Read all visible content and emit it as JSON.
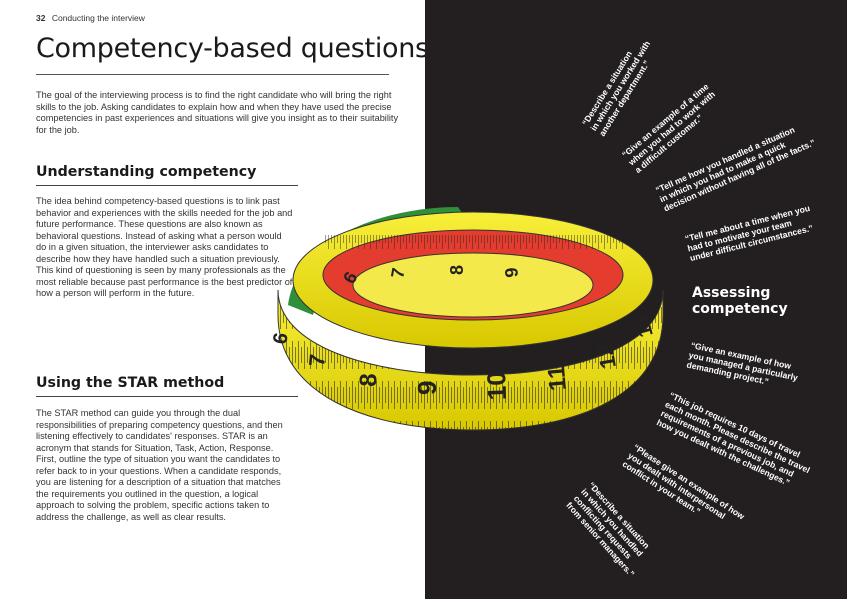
{
  "running_head": {
    "page_number": "32",
    "section": "Conducting the interview"
  },
  "title": "Competency-based questions",
  "intro": "The goal of the interviewing process is to find the right candidate who will bring the right skills to the job. Asking candidates to explain how and when they have used the precise competencies in past experiences and situations will give you insight as to their suitability for the job.",
  "sections": [
    {
      "heading": "Understanding competency",
      "body": "The idea behind competency-based questions is to link past behavior and experiences with the skills needed for the job and future performance. These questions are also known as behavioral questions. Instead of asking what a person would do in a given situation, the interviewer asks candidates to describe how they have handled such a situation previously. This kind of questioning is seen by many professionals as the most reliable because past performance is the best predictor of how a person will perform in the future."
    },
    {
      "heading": "Using the STAR method",
      "body": "The STAR method can guide you through the dual responsibilities of preparing competency questions, and then listening effectively to candidates' responses. STAR is an acronym that stands for Situation, Task, Action, Response. First, outline the type of situation you want the candidates to refer back to in your questions. When a candidate responds, you are listening for a description of a situation that matches the requirements you outlined in the question, a logical approach to solving the problem, specific actions taken to address the challenge, as well as clear results."
    }
  ],
  "assessing_heading": [
    "Assessing",
    "competency"
  ],
  "quotes": [
    [
      "“Describe a situation",
      "in which you worked with",
      "another department.”"
    ],
    [
      "“Give an example of a time",
      "when you had to work with",
      "a difficult customer.”"
    ],
    [
      "“Tell me how you handled a situation",
      "in which you had to make a quick",
      "decision without having all of the facts.”"
    ],
    [
      "“Tell me about a time when you",
      "had to motivate your team",
      "under difficult circumstances.”"
    ],
    [
      "“Give an example of how",
      "you managed a particularly",
      "demanding project.”"
    ],
    [
      "“This job requires 10 days of travel",
      "each month. Please describe the travel",
      "requirements of a previous job, and",
      "how you dealt with the challenges.”"
    ],
    [
      "“Please give an example of how",
      "you dealt with interpersonal",
      "conflict in your team.”"
    ],
    [
      "“Describe a situation",
      "in which you handled",
      "conflicting requests",
      "from senior managers.”"
    ]
  ],
  "tape_numbers": {
    "outer": [
      "6",
      "7",
      "8",
      "9",
      "10",
      "11",
      "12",
      "13"
    ],
    "inner": [
      "6",
      "7",
      "8",
      "9"
    ]
  },
  "colors": {
    "page_dark": "#231f20",
    "tape_yellow": "#f3e600",
    "tape_red": "#e43d2f",
    "tape_green": "#2f8f3a"
  }
}
